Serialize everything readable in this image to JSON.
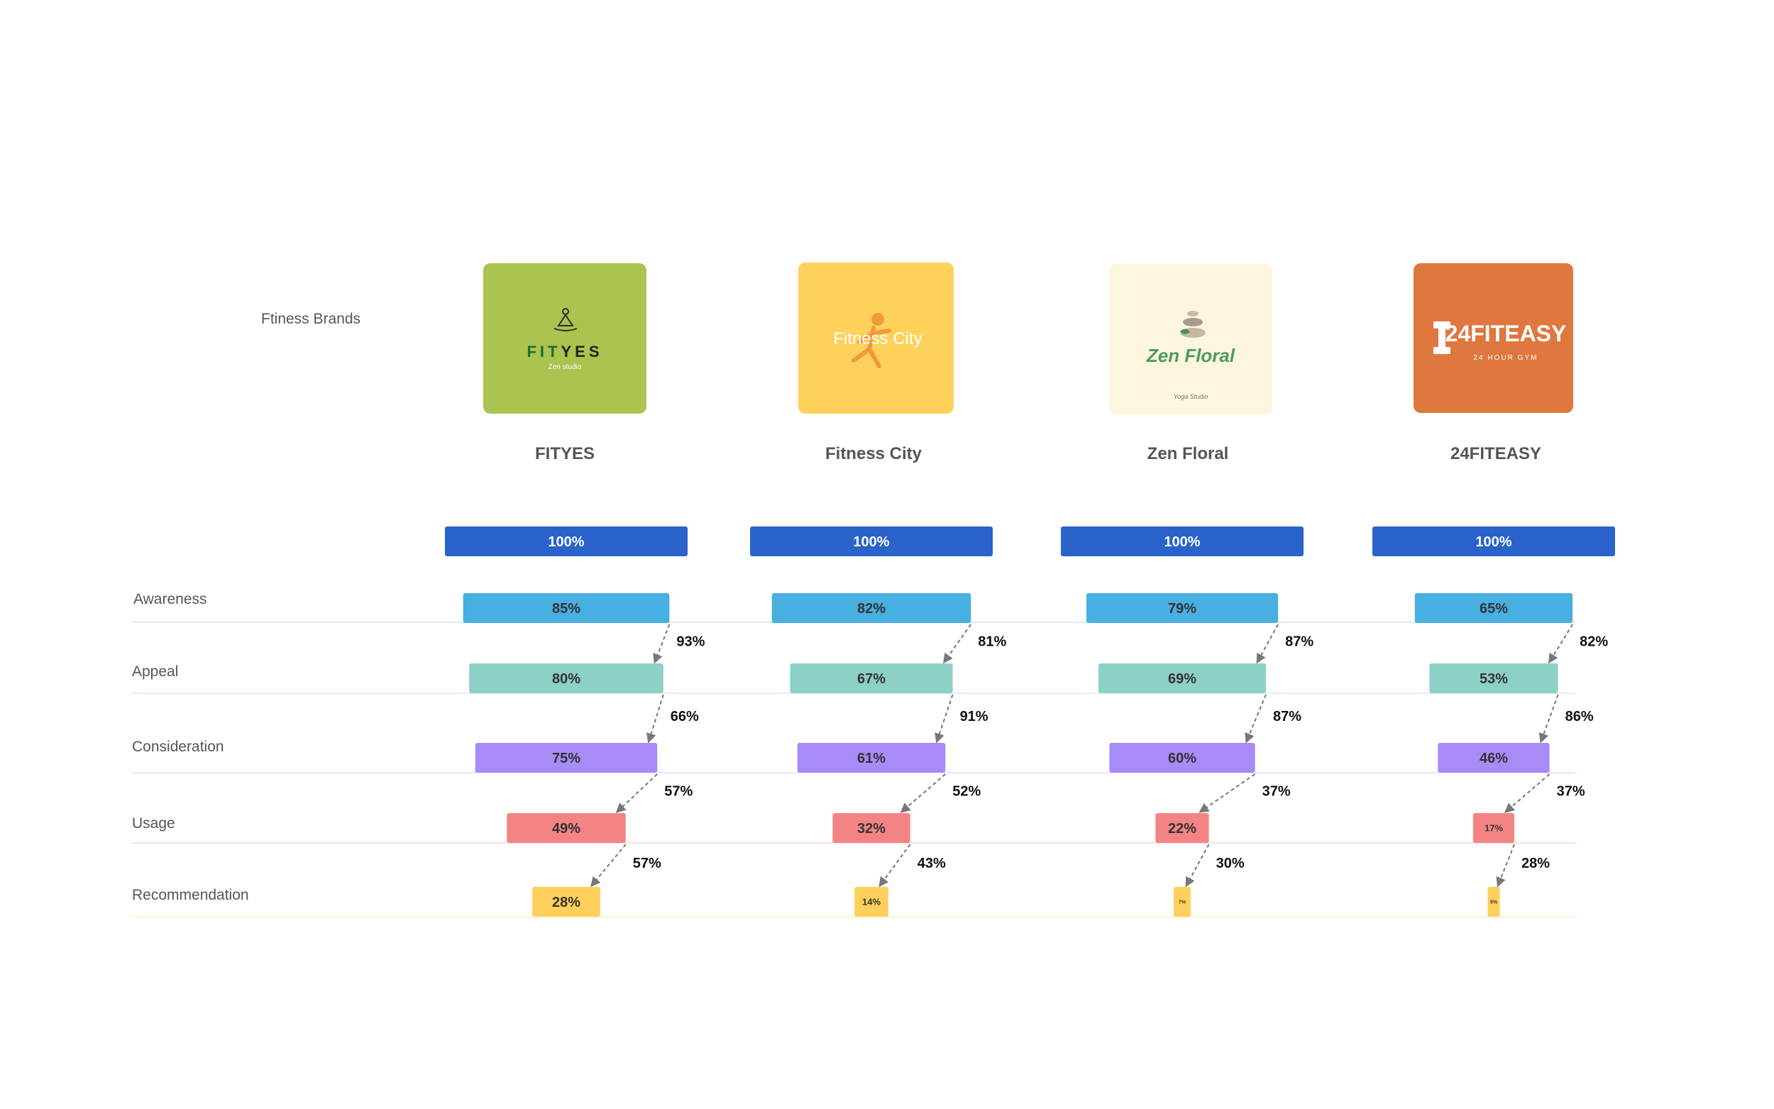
{
  "chart_data": {
    "type": "bar",
    "subtype": "funnel",
    "brands_label": "Ftiness Brands",
    "stages": [
      "Awareness",
      "Appeal",
      "Consideration",
      "Usage",
      "Recommendation"
    ],
    "top_label": "100%",
    "brands": [
      {
        "name": "FITYES",
        "logo": {
          "word_a": "FIT",
          "word_b": "YES",
          "tagline": "Zen studio",
          "bg": "#abc34f",
          "icon": "meditation-icon"
        },
        "values": [
          85,
          80,
          75,
          49,
          28
        ],
        "labels": [
          "85%",
          "80%",
          "75%",
          "49%",
          "28%"
        ],
        "conversions": [
          "93%",
          "66%",
          "57%",
          "57%"
        ]
      },
      {
        "name": "Fitness City",
        "logo": {
          "title": "Fitness City",
          "bg": "#fed15b",
          "icon": "runner-icon"
        },
        "values": [
          82,
          67,
          61,
          32,
          14
        ],
        "labels": [
          "82%",
          "67%",
          "61%",
          "32%",
          "14%"
        ],
        "conversions": [
          "81%",
          "91%",
          "52%",
          "43%"
        ]
      },
      {
        "name": "Zen Floral",
        "logo": {
          "title": "Zen Floral",
          "tagline": "Yoga Studio",
          "bg": "#fcf6df",
          "icon": "stones-icon"
        },
        "values": [
          79,
          69,
          60,
          22,
          7
        ],
        "labels": [
          "79%",
          "69%",
          "60%",
          "22%",
          "7%"
        ],
        "conversions": [
          "87%",
          "87%",
          "37%",
          "30%"
        ]
      },
      {
        "name": "24FITEASY",
        "logo": {
          "title": "24FITEASY",
          "tagline": "24 HOUR GYM",
          "bg": "#e0773e",
          "icon": "dumbbell-icon"
        },
        "values": [
          65,
          53,
          46,
          17,
          5
        ],
        "labels": [
          "65%",
          "53%",
          "46%",
          "17%",
          "5%"
        ],
        "conversions": [
          "82%",
          "86%",
          "37%",
          "28%"
        ]
      }
    ],
    "colors": {
      "top": "#2963cb",
      "stages": [
        "#48afe1",
        "#8dd0c6",
        "#a78bf7",
        "#f48483",
        "#ffd05b"
      ],
      "arrow": "#777777"
    }
  }
}
